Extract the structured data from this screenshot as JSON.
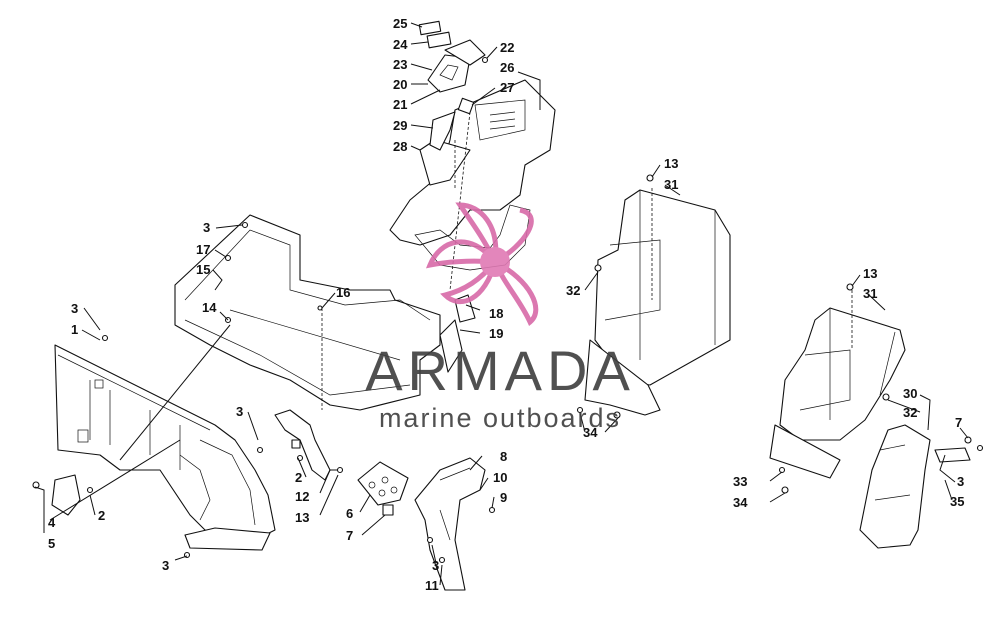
{
  "diagram": {
    "callouts": {
      "c1": "1",
      "c2a": "2",
      "c2b": "2",
      "c3a": "3",
      "c3b": "3",
      "c3c": "3",
      "c3d": "3",
      "c3e": "3",
      "c3f": "3",
      "c4": "4",
      "c5": "5",
      "c6": "6",
      "c7a": "7",
      "c7b": "7",
      "c8": "8",
      "c9": "9",
      "c10": "10",
      "c11": "11",
      "c12": "12",
      "c13a": "13",
      "c13b": "13",
      "c13c": "13",
      "c14": "14",
      "c15": "15",
      "c16": "16",
      "c17": "17",
      "c18": "18",
      "c19": "19",
      "c20": "20",
      "c21": "21",
      "c22": "22",
      "c23": "23",
      "c24": "24",
      "c25": "25",
      "c26": "26",
      "c27": "27",
      "c28": "28",
      "c29": "29",
      "c30": "30",
      "c31a": "31",
      "c31b": "31",
      "c32a": "32",
      "c32b": "32",
      "c33": "33",
      "c34a": "34",
      "c34b": "34",
      "c35": "35"
    }
  },
  "watermark": {
    "brand": "ARMADA",
    "tagline": "marine outboards",
    "colors": {
      "propeller": "#d86aa8",
      "propeller_hub": "#e07ab4",
      "text": "#3e3e3e"
    }
  }
}
